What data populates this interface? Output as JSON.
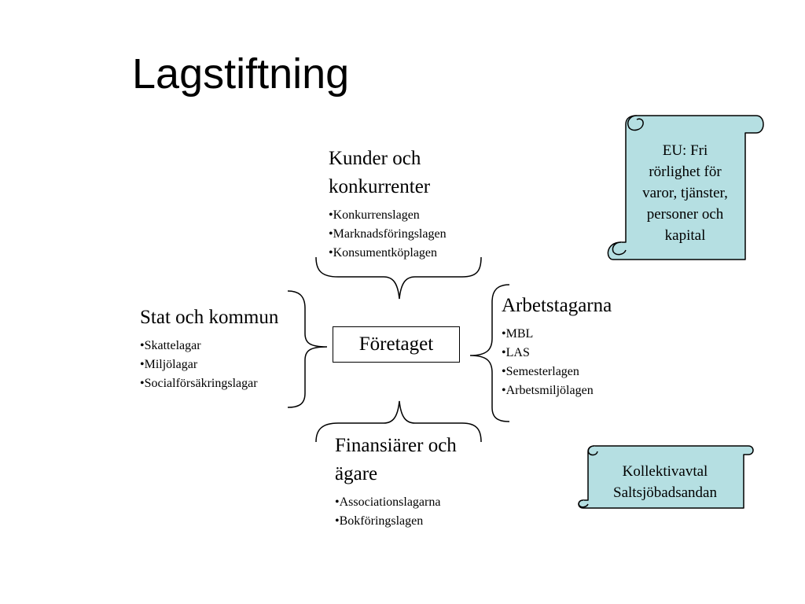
{
  "title": "Lagstiftning",
  "center_box": {
    "label": "Företaget"
  },
  "groups": {
    "kunder": {
      "heading_lines": [
        "Kunder och",
        "konkurrenter"
      ],
      "laws": [
        "Konkurrenslagen",
        "Marknadsföringslagen",
        "Konsumentköplagen"
      ]
    },
    "stat": {
      "heading_lines": [
        "Stat och kommun"
      ],
      "laws": [
        "Skattelagar",
        "Miljölagar",
        "Socialförsäkringslagar"
      ]
    },
    "arbete": {
      "heading_lines": [
        "Arbetstagarna"
      ],
      "laws": [
        "MBL",
        "LAS",
        "Semesterlagen",
        "Arbetsmiljölagen"
      ]
    },
    "finans": {
      "heading_lines": [
        "Finansiärer och",
        "ägare"
      ],
      "laws": [
        "Associationslagarna",
        "Bokföringslagen"
      ]
    }
  },
  "scrolls": {
    "eu": {
      "lines": [
        "EU: Fri",
        "rörlighet för",
        "varor, tjänster,",
        "personer och",
        "kapital"
      ]
    },
    "kollektiv": {
      "lines": [
        "Kollektivavtal",
        "Saltsjöbadsandan"
      ]
    }
  },
  "colors": {
    "scroll_fill": "#b5dfe2",
    "stroke": "#000000",
    "text": "#000000",
    "background": "#ffffff"
  }
}
